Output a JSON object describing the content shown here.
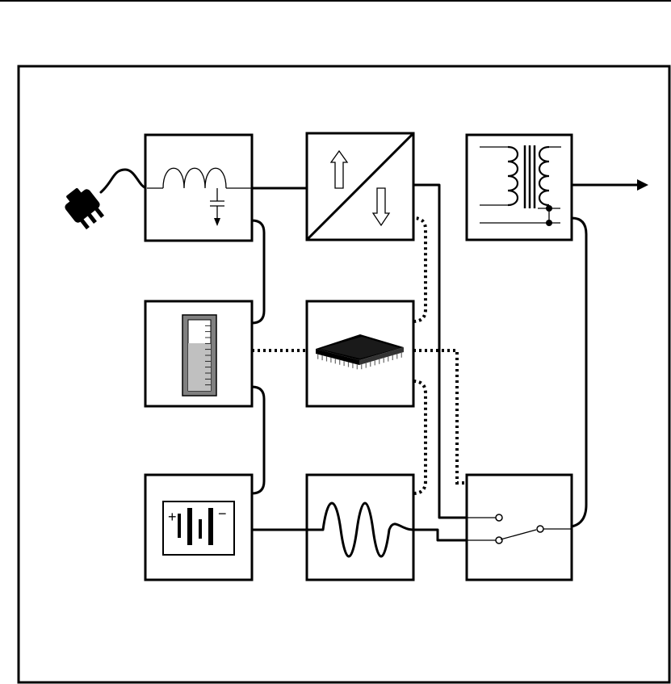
{
  "colors": {
    "line": "#000000",
    "background": "#ffffff",
    "meter_fill": "#c0c0c0",
    "meter_frame": "#808080"
  },
  "diagram": {
    "blocks": [
      {
        "id": "line-filter",
        "icon": "lc-filter-icon"
      },
      {
        "id": "converter",
        "icon": "ac-dc-converter-icon"
      },
      {
        "id": "transformer",
        "icon": "transformer-icon"
      },
      {
        "id": "battery-meter",
        "icon": "charge-level-icon"
      },
      {
        "id": "controller",
        "icon": "microprocessor-icon"
      },
      {
        "id": "battery",
        "icon": "battery-icon"
      },
      {
        "id": "inverter",
        "icon": "sine-wave-icon"
      },
      {
        "id": "transfer-switch",
        "icon": "switch-icon"
      }
    ],
    "external": [
      {
        "id": "ac-input",
        "icon": "power-plug-icon"
      },
      {
        "id": "output",
        "icon": "output-arrow-icon"
      }
    ],
    "battery_signs": {
      "plus": "+",
      "minus": "−"
    },
    "meter_level": 0.67
  }
}
